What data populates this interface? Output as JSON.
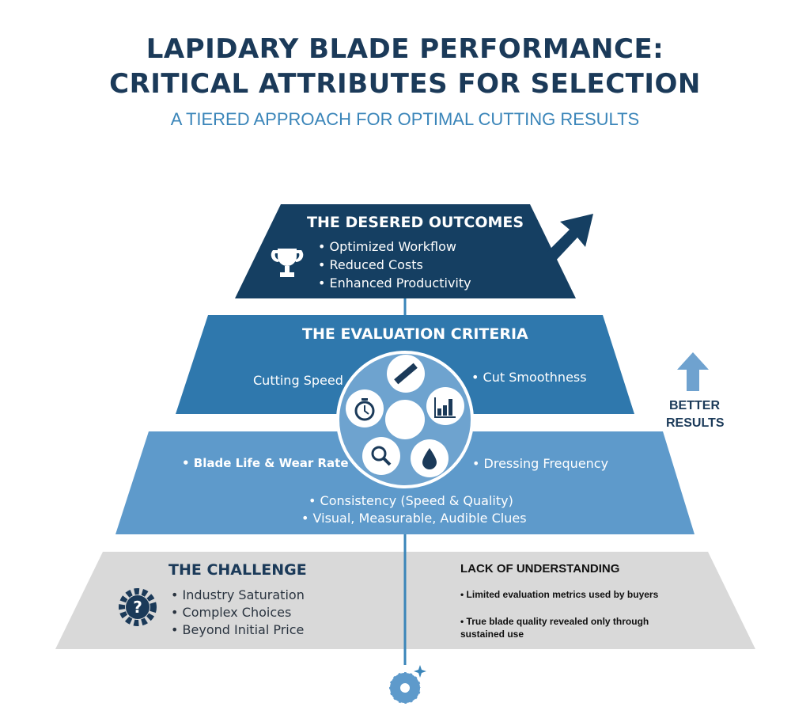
{
  "title": {
    "line1": "LAPIDARY BLADE PERFORMANCE:",
    "line2": "CRITICAL ATTRIBUTES FOR SELECTION"
  },
  "subtitle": "A TIERED APPROACH FOR OPTIMAL CUTTING RESULTS",
  "outcomes": {
    "heading": "THE DESERED OUTCOMES",
    "items": [
      "• Optimized Workflow",
      "• Reduced Costs",
      "• Enhanced Productivity"
    ]
  },
  "criteria": {
    "heading": "THE EVALUATION CRITERIA",
    "cutting_speed": "Cutting Speed",
    "cut_smoothness": "• Cut Smoothness",
    "blade_life": "• Blade Life & Wear Rate",
    "dressing": "• Dressing Frequency",
    "consistency": "• Consistency (Speed & Quality)",
    "clues": "• Visual, Measurable, Audible Clues"
  },
  "challenge": {
    "heading": "THE CHALLENGE",
    "items": [
      "• Industry Saturation",
      "• Complex Choices",
      "• Beyond Initial Price"
    ]
  },
  "lack": {
    "heading": "LACK OF UNDERSTANDING",
    "items": [
      "• Limited evaluation metrics used by buyers",
      "• True blade quality revealed only through sustained use"
    ]
  },
  "better_results": {
    "line1": "BETTER",
    "line2": "RESULTS"
  },
  "colors": {
    "navy": "#153f62",
    "mid": "#2f78ad",
    "light": "#5e9acb",
    "gray": "#d9d9d9"
  }
}
